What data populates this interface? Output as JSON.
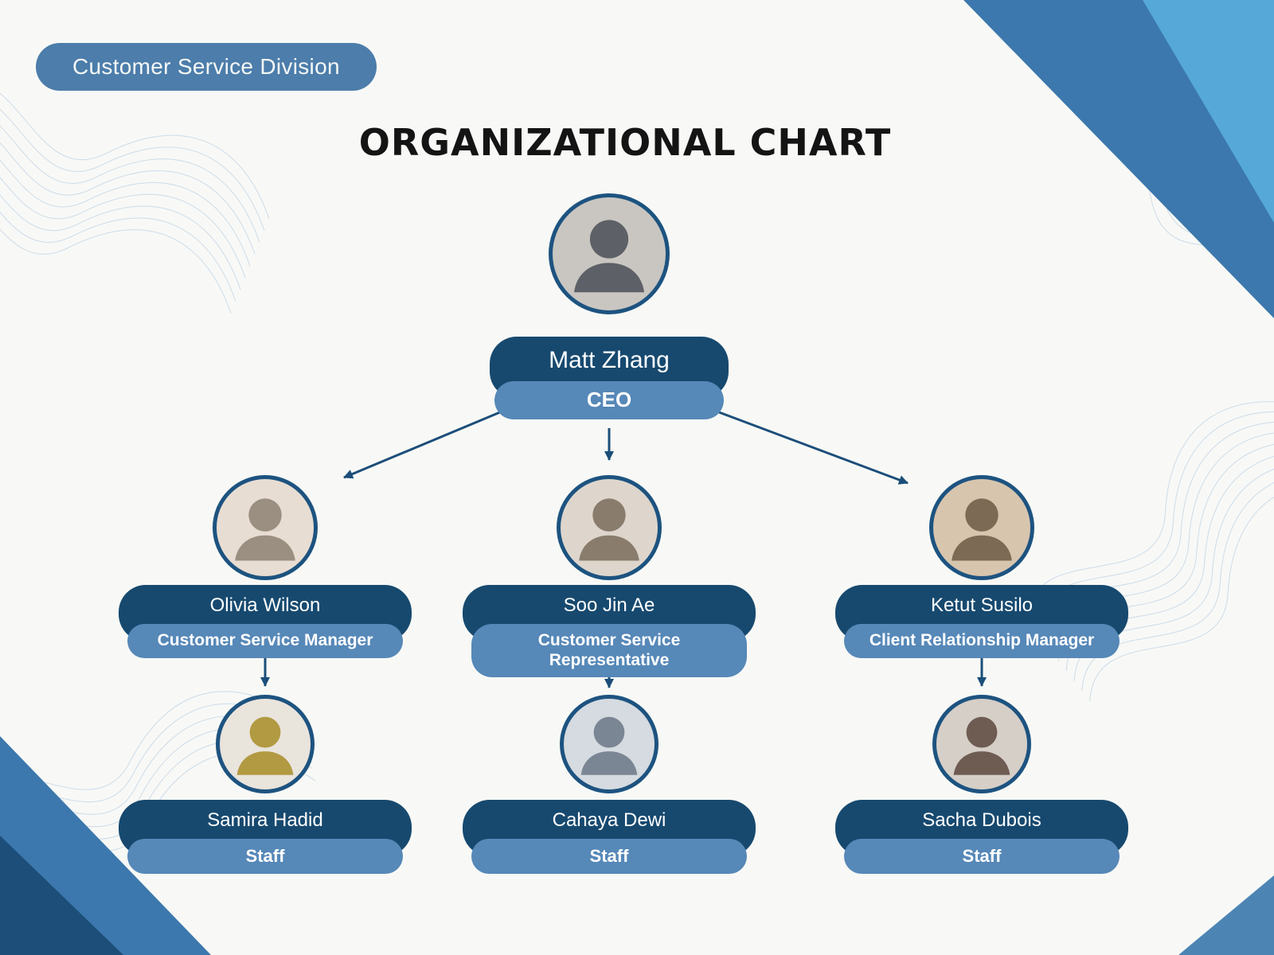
{
  "page": {
    "badge_label": "Customer Service Division",
    "title": "ORGANIZATIONAL CHART"
  },
  "colors": {
    "navy": "#17496f",
    "steel_blue": "#4c7dab",
    "role_pill_blue": "#5688b8",
    "corner_dark_blue": "#3c78ad",
    "corner_light_blue": "#55a8d8",
    "title_text": "#141414",
    "background": "#f8f9f6"
  },
  "icons": {
    "avatar_placeholder": "person-silhouette"
  },
  "org": {
    "ceo": {
      "name": "Matt Zhang",
      "role": "CEO"
    },
    "managers": [
      {
        "name": "Olivia Wilson",
        "role": "Customer Service Manager"
      },
      {
        "name": "Soo Jin Ae",
        "role": "Customer Service Representative"
      },
      {
        "name": "Ketut Susilo",
        "role": "Client Relationship Manager"
      }
    ],
    "staff": [
      {
        "name": "Samira Hadid",
        "role": "Staff"
      },
      {
        "name": "Cahaya Dewi",
        "role": "Staff"
      },
      {
        "name": "Sacha Dubois",
        "role": "Staff"
      }
    ]
  }
}
